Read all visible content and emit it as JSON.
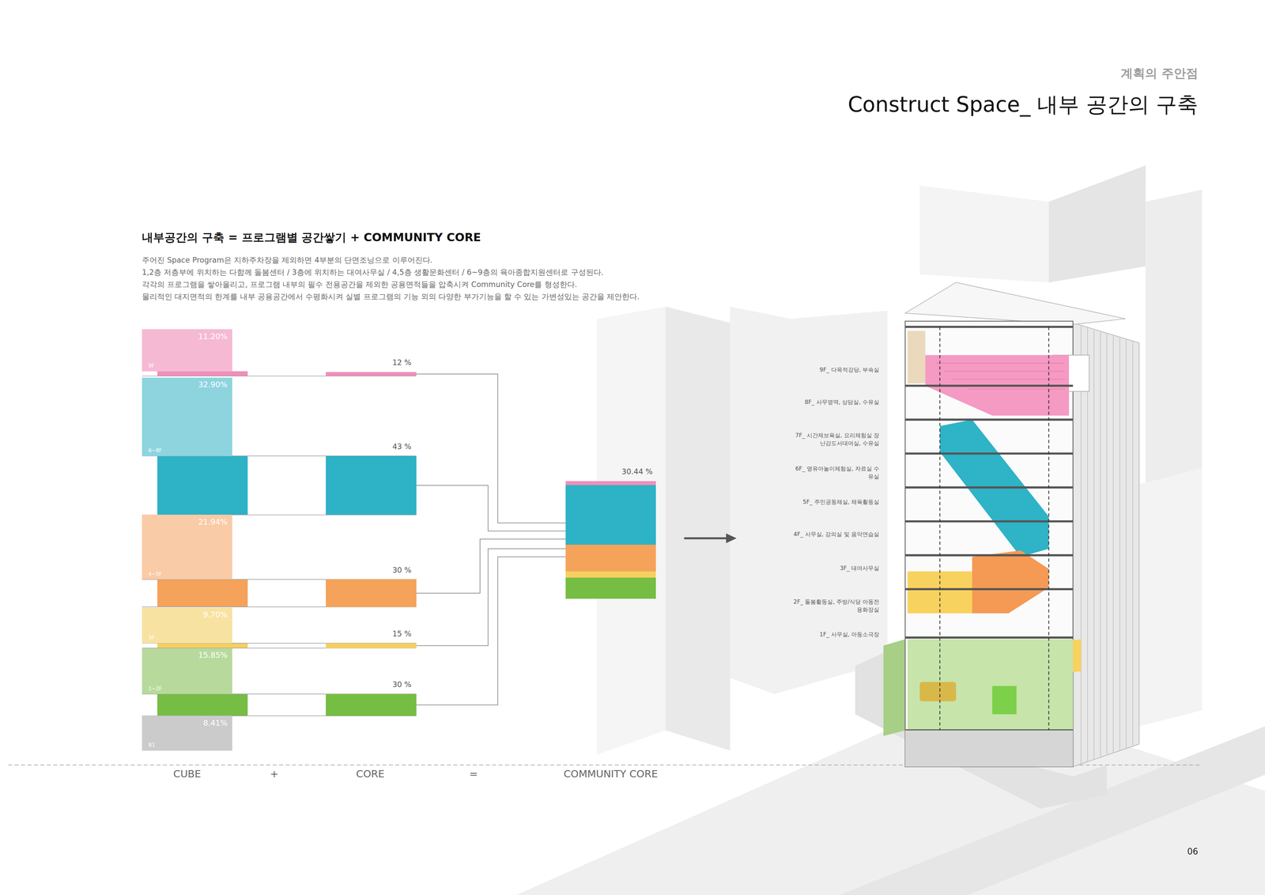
{
  "diagram": {
    "title": "Construct Space_ 내부 공간의 구축",
    "nodes": [
      {
        "text": [
          "11.20%",
          "9F"
        ]
      },
      {
        "text": [
          "32.90%",
          "6~8F"
        ]
      },
      {
        "text": [
          "21.94%",
          "4~5F"
        ]
      },
      {
        "text": [
          "9.70%",
          "3F"
        ]
      },
      {
        "text": [
          "15.85%",
          "1~2F"
        ]
      },
      {
        "text": [
          "8.41%",
          "B1"
        ]
      },
      {
        "text": [
          "12 %"
        ]
      },
      {
        "text": [
          "43 %"
        ]
      },
      {
        "text": [
          "30 %"
        ]
      },
      {
        "text": [
          "15 %"
        ]
      },
      {
        "text": [
          "30 %"
        ]
      },
      {
        "text": [
          "30.44 %"
        ]
      }
    ],
    "edges": [
      {
        "from": 6,
        "to": 11,
        "arrow": "none"
      },
      {
        "from": 7,
        "to": 11,
        "arrow": "none"
      },
      {
        "from": 8,
        "to": 11,
        "arrow": "none"
      },
      {
        "from": 9,
        "to": 11,
        "arrow": "none"
      },
      {
        "from": 10,
        "to": 11,
        "arrow": "none"
      }
    ],
    "labels": [
      "계획의 주안점",
      "내부공간의 구축 = 프로그램별 공간쌓기 + COMMUNITY CORE",
      "주어진 Space Program은 지하주차장을 제외하면 4부분의 단면조닝으로 이루어진다.",
      "1,2층 저층부에 위치하는 다함께 돌봄센터 / 3층에 위치하는 대여사무실 / 4,5층 생활문화센터 / 6~9층의 육아종합지원센터로 구성된다.",
      "각각의 프로그램을 쌓아올리고, 프로그램 내부의 필수 전용공간을 제외한 공용면적들을 압축시켜 Community Core를 형성한다.",
      "물리적인 대지면적의 한계를 내부 공용공간에서 수평화시켜 실별 프로그램의 기능 외의 다양한 부가기능을 할 수 있는 가변성있는 공간을 제안한다.",
      "9F_ 다목적강당, 부속실",
      "8F_ 사무영역, 상담실, 수유실",
      "7F_ 시간제보육실, 요리체험실 장난감도서대여실, 수유실",
      "6F_ 영유아놀이체험실, 자료실 수유실",
      "5F_ 주민공동체실, 체육활동실",
      "4F_ 사무실, 강의실 및 음악연습실",
      "3F_ 대여사무실",
      "2F_ 돌봄활동실, 주방/식당 아동전용화장실",
      "1F_ 사무실, 아동소극장",
      "CUBE",
      "+",
      "CORE",
      "=",
      "COMMUNITY CORE",
      "06"
    ]
  }
}
